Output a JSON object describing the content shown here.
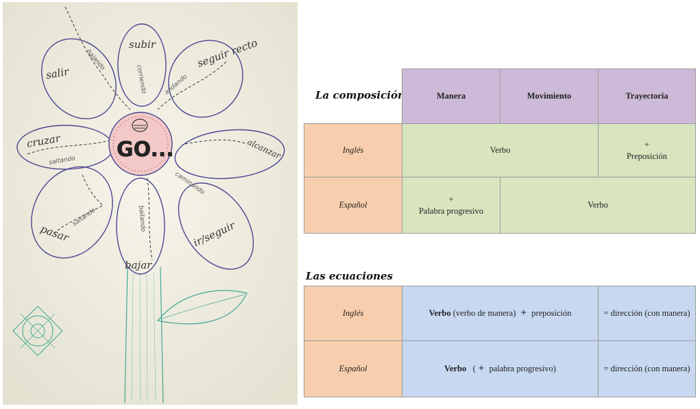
{
  "drawing": {
    "center": "GO...",
    "petals": [
      "subir",
      "seguir recto",
      "alcanzar",
      "ir/seguir",
      "bajar",
      "pasar",
      "cruzar",
      "salir"
    ],
    "path_words": [
      "bajando",
      "corriendo",
      "andando",
      "saltando",
      "caminando",
      "bailando",
      "saltando"
    ]
  },
  "composition": {
    "title": "La composición",
    "headers": [
      "Manera",
      "Movimiento",
      "Trayectoria"
    ],
    "rows": [
      {
        "lang": "Inglés",
        "verbo": "Verbo",
        "plus": "+",
        "prep": "Preposición"
      },
      {
        "lang": "Español",
        "plus": "+",
        "palabra": "Palabra progresivo",
        "verbo": "Verbo"
      }
    ]
  },
  "equations": {
    "title": "Las ecuaciones",
    "rows": [
      {
        "lang": "Inglés",
        "verbo": "Verbo",
        "rest": "(verbo de manera)",
        "plus": "+",
        "prep": "preposición",
        "result": "= dirección (con manera)"
      },
      {
        "lang": "Español",
        "verbo": "Verbo",
        "open": "(",
        "plus": "+",
        "rest": "palabra progresivo)",
        "result": "= dirección (con manera)"
      }
    ]
  },
  "colors": {
    "header": "#cdbad8",
    "lang": "#f8cfae",
    "green": "#d8e5bf",
    "blue": "#c7d8f0",
    "ink": "#4b4592",
    "center": "#f2c9c6"
  }
}
